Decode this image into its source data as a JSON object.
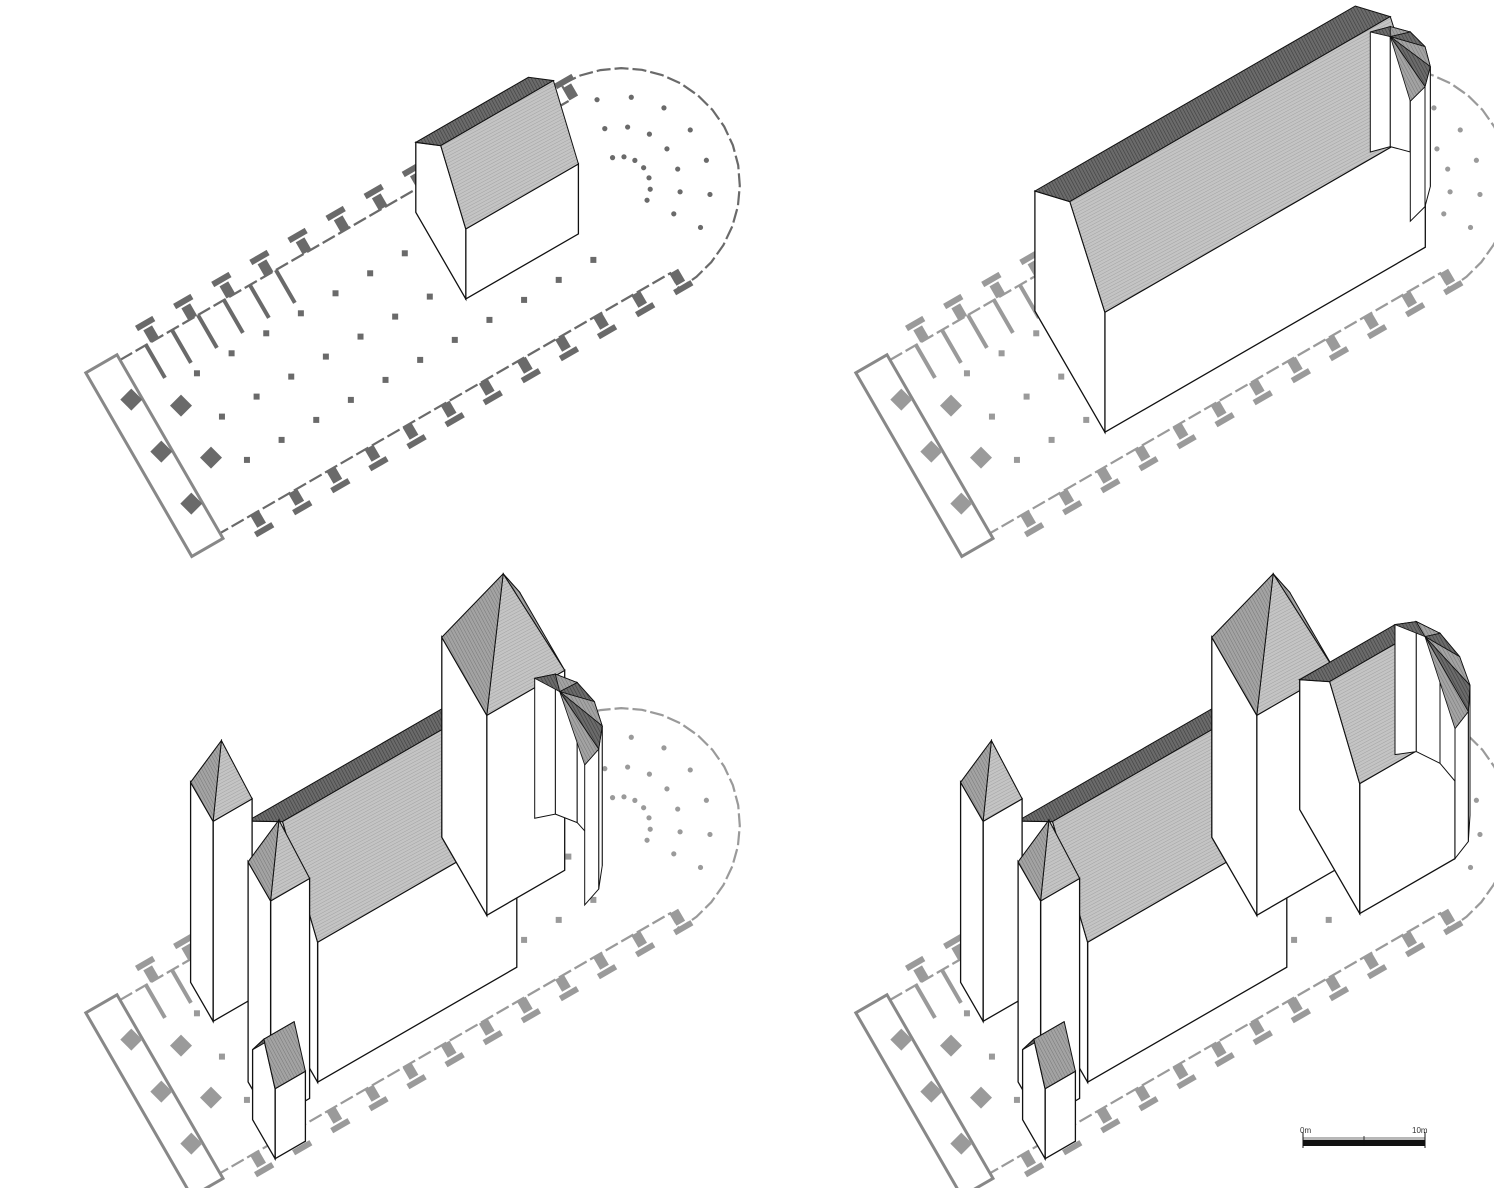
{
  "figure": {
    "panels": [
      {
        "id": "phase-1",
        "stage": 1,
        "massing": "choir-only"
      },
      {
        "id": "phase-2",
        "stage": 2,
        "massing": "choir-and-nave"
      },
      {
        "id": "phase-3",
        "stage": 3,
        "massing": "nave-crossing-towers-apse"
      },
      {
        "id": "phase-4",
        "stage": 4,
        "massing": "nave-crossing-towers-polygonal-choir"
      }
    ],
    "scale_bar": {
      "left_label": "0m",
      "right_label": "10m"
    }
  },
  "colors": {
    "plan_wall": "#6a6a6a",
    "plan_wall_light": "#9a9a9a",
    "roof_dark": "#555555",
    "roof_mid": "#8c8c8c",
    "roof_light": "#b8b8b8",
    "wall_face": "#ffffff",
    "outline": "#111111"
  }
}
